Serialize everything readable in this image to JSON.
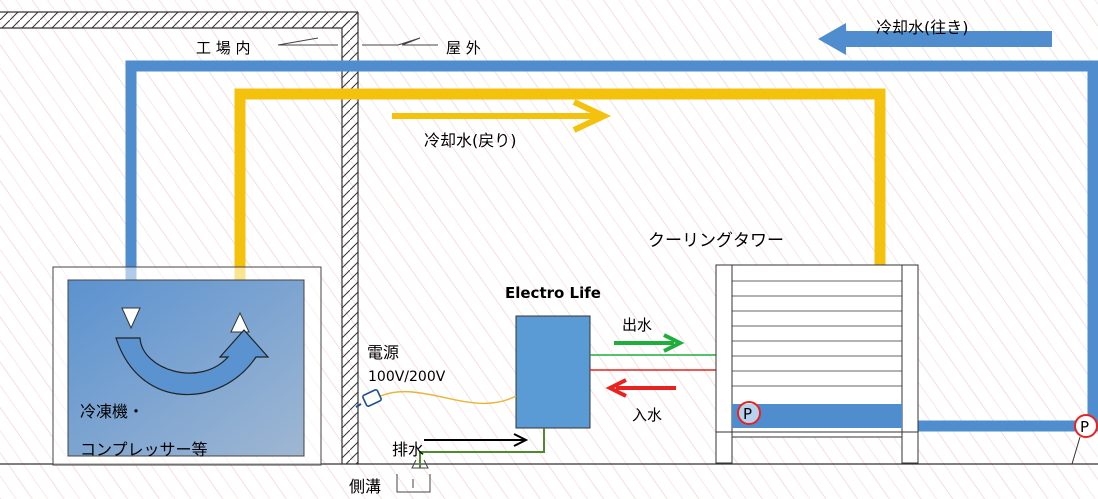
{
  "labels": {
    "indoor": "工 場 内",
    "outdoor": "屋 外",
    "cooling_supply": "冷却水(往き)",
    "cooling_return": "冷却水(戻り)",
    "cooling_tower": "クーリングタワー",
    "device": "Electro Life",
    "power_title": "電源",
    "power_voltage": "100V/200V",
    "outlet": "出水",
    "inlet": "入水",
    "drain": "排水",
    "gutter": "側溝",
    "machine_line1": "冷凍機・",
    "machine_line2": "コンプレッサー等",
    "pump_left": "P",
    "pump_right": "P"
  },
  "colors": {
    "pipe_blue": "#4f8dcf",
    "pipe_yellow": "#f4c20d",
    "arrow_green": "#1fae3e",
    "arrow_red": "#e8231f",
    "device_blue": "#5b9bd5",
    "hatch_pink": "#f6c8c8"
  }
}
